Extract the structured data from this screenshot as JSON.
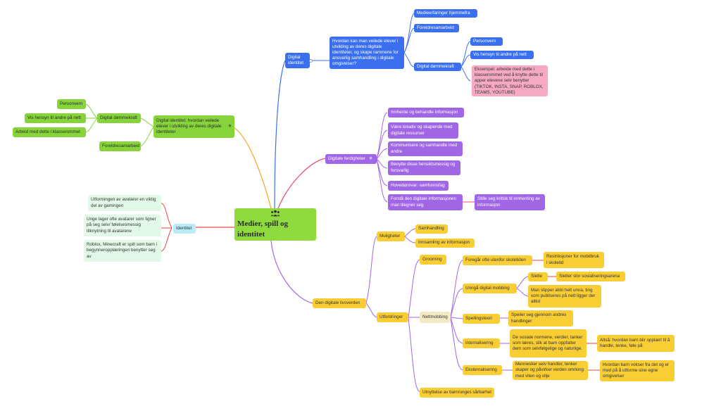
{
  "center": {
    "title": "Medier, spill og identitet",
    "icon": "people-group-icon"
  },
  "digital_identitet": {
    "label": "Digital identitet",
    "question": "Hvordan kan man veilede elever i utvikling av deres digitale identiteter, og skape rammene for ansvarlig samhandling i digitale omgivelser?",
    "items": {
      "medieerfaringer": "Medieerfaringer hjemmefra",
      "foreldresamarbeid": "Foreldresamarbeid",
      "dommekraft": "Digital dømmekraft",
      "personvern": "Personvern",
      "hensyn": "Vis hensyn til andre på nett",
      "eksempel": "Eksempel: arbeide med dette i klasserommet ved å knytte dette til apper elevene selv benytter (TIKTOK, INSTA, SNAP, ROBLOX, TEAMS, YOUTUBE)"
    }
  },
  "digitale_ferdigheter": {
    "label": "Digitale ferdigheter",
    "items": [
      "Innhente og behandle informasjon",
      "Være kreativ og skapende med digitale ressurser",
      "Kommunisere og samhandle med andre",
      "Benytte disse hensiktsmessig og forsvarlig",
      "Hovedansvar: samfunnsfag",
      "Forstå den digitale informasjonen man tilegner seg"
    ],
    "critical": "Stille seg kritisk til innhenting av informasjon"
  },
  "left_green": {
    "label": "Digital identitet: hvordan veilede elever i utvikling av deres digitale identiteter",
    "dommekraft": "Digital dømmekraft",
    "personvern": "Personvern",
    "hensyn": "Vis hensyn til andre på nett",
    "arbeid": "Arbeid med dette i klasserommet",
    "foreldresamarbeid": "Foreldresamarbeid"
  },
  "identitet": {
    "label": "Identitet",
    "items": [
      "Utformingen av avatarer en viktig del av gamingen",
      "Unge lager ofte avatarer som ligner på seg selv/ følelsesmessig tilknytning til avatarene",
      "Roblox, Minecraft er spill som barn i begynneropplæringen benytter seg av"
    ]
  },
  "livsverden": {
    "label": "Den digitale livsverden",
    "muligheter": "Muligheter",
    "samhandling": "Samhandling",
    "innsamling": "Innsamling av informasjon",
    "utfordringer": "Utfordringer",
    "grooming": "Grooming",
    "nettmobbing": "Nettmobbing",
    "foregar": "Foregår ofte utenfor skoletiden",
    "restriksjoner": "Restriksjoner for mobilbruk i skoletid",
    "unnga": "Unngå digital mobbing",
    "slette": "Slette",
    "sletter": "Sletter stor sosialiseringsarena",
    "slipper": "Man slipper aldri helt unna, ting som publiseres på nett ligger der alltid",
    "speilingsteori": "Speilingsteori",
    "speiler": "Speiler seg gjennom andres handlinger",
    "internalisering": "Internalisering",
    "internalisering_text": "De sosiale normene, verdier, tanker som læres, slik at barn oppfatter dem som selvfølgelige og naturlige.",
    "altsa": "Altså: hvordan barn blir opplært til å handle, tenke, føle på",
    "eksternalisering": "Eksternalisering",
    "eksternalisering_text": "Mennesker selv handler, tenker skaper og påvirker verden omrking med viten og vilje",
    "barn_vokser": "Hvordan barn vokser fra det og er med på å utforme sine egne omgivelser",
    "utnyttelse": "Utnyttelse av barn/unges sårbarhet"
  },
  "colors": {
    "blue": "#3a6ff0",
    "purple": "#a066e6",
    "green": "#86d43a",
    "yellow": "#f9cd34",
    "cyan": "#b8ecf7",
    "red": "#e8463c",
    "pink": "#f7a9c2"
  }
}
